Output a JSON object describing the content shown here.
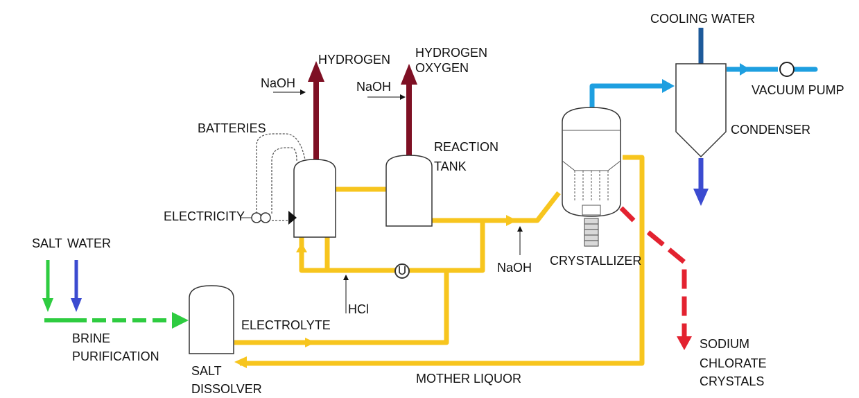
{
  "labels": {
    "cooling_water": "COOLING WATER",
    "hydrogen_1": "HYDROGEN",
    "hydrogen_2": "HYDROGEN",
    "oxygen": "OXYGEN",
    "naoh_1": "NaOH",
    "naoh_2": "NaOH",
    "naoh_3": "NaOH",
    "vacuum_pump": "VACUUM PUMP",
    "batteries": "BATTERIES",
    "reaction": "REACTION",
    "tank": "TANK",
    "condenser": "CONDENSER",
    "electricity": "ELECTRICITY",
    "salt": "SALT",
    "water": "WATER",
    "crystallizer": "CRYSTALLIZER",
    "hcl": "HCl",
    "electrolyte": "ELECTROLYTE",
    "brine": "BRINE",
    "purification": "PURIFICATION",
    "sodium": "SODIUM",
    "chlorate": "CHLORATE",
    "crystals": "CRYSTALS",
    "salt_dissolver_1": "SALT",
    "salt_dissolver_2": "DISSOLVER",
    "mother_liquor": "MOTHER LIQUOR"
  },
  "colors": {
    "process_line": "#F7C51E",
    "gas_line": "#7E1024",
    "cooling_line": "#1E9FE0",
    "cooling_inlet": "#1E5A9A",
    "salt_line": "#2ECC40",
    "water_line": "#3B4BD0",
    "product_line": "#E32230",
    "equipment_outline": "#333333"
  }
}
